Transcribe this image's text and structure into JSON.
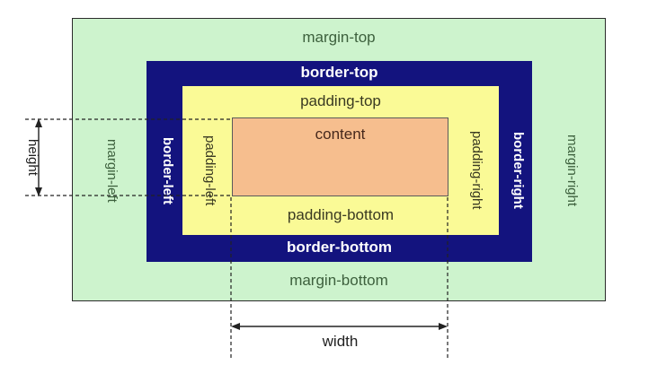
{
  "diagram": {
    "title": "CSS box model diagram",
    "labels": {
      "margin_top": "margin-top",
      "margin_bottom": "margin-bottom",
      "margin_left": "margin-left",
      "margin_right": "margin-right",
      "border_top": "border-top",
      "border_bottom": "border-bottom",
      "border_left": "border-left",
      "border_right": "border-right",
      "padding_top": "padding-top",
      "padding_bottom": "padding-bottom",
      "padding_left": "padding-left",
      "padding_right": "padding-right",
      "content": "content",
      "height": "height",
      "width": "width"
    },
    "colors": {
      "margin_bg": "#cdf3cd",
      "border_bg": "#13137e",
      "padding_bg": "#fafa96",
      "content_bg": "#f6be8e",
      "margin_text": "#3d603d",
      "border_text": "#ffffff",
      "padding_text": "#3a3a22",
      "content_text": "#46281c",
      "dimension_text": "#222222",
      "line": "#222222",
      "page_bg": "#ffffff"
    }
  }
}
